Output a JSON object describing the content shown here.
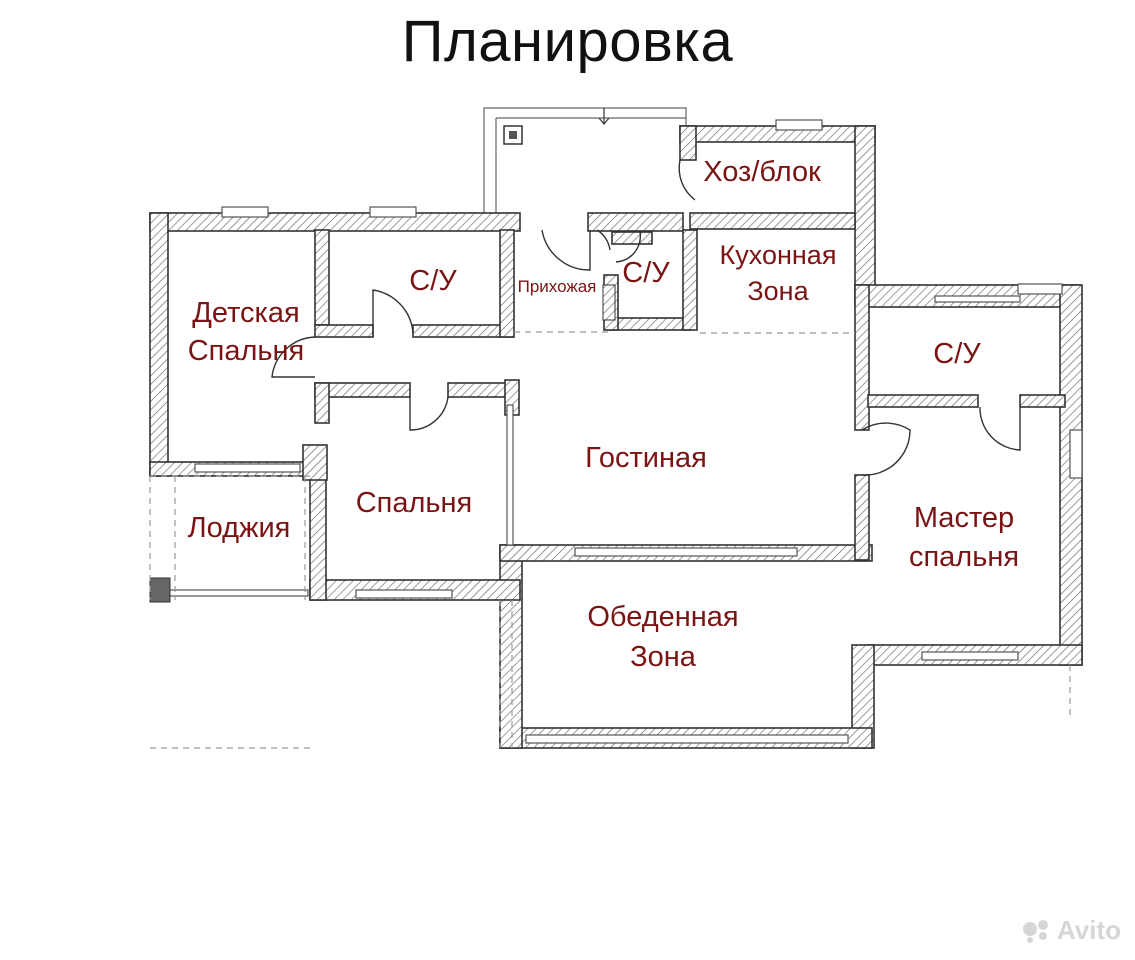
{
  "title": "Планировка",
  "rooms": {
    "detskaya_1": "Детская",
    "detskaya_2": "Спальня",
    "su_left": "С/У",
    "prihozhaya": "Прихожая",
    "su_center": "С/У",
    "hozblok": "Хоз/блок",
    "kuhnya_1": "Кухонная",
    "kuhnya_2": "Зона",
    "su_right": "С/У",
    "gostinaya": "Гостиная",
    "spalnya": "Спальня",
    "lodzhiya": "Лоджия",
    "master_1": "Мастер",
    "master_2": "спальня",
    "obed_1": "Обеденная",
    "obed_2": "Зона"
  },
  "watermark": "Avito",
  "colors": {
    "label": "#7a1414",
    "wall_hatch": "#555555",
    "title": "#111111"
  }
}
